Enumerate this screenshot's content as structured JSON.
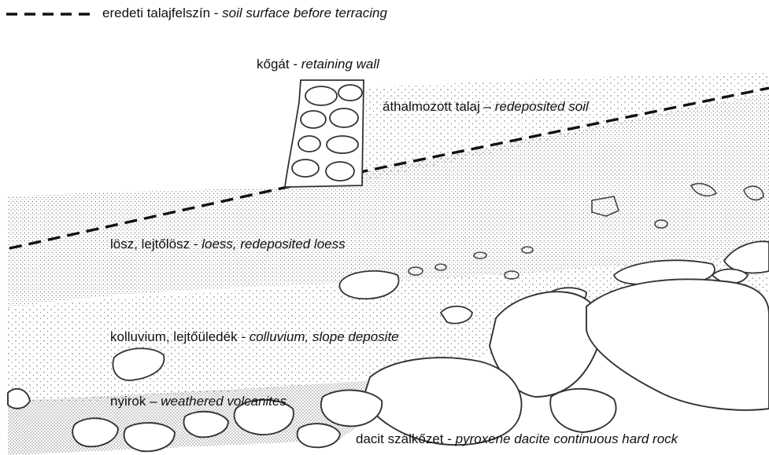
{
  "legend": {
    "line_style": "dashed",
    "term_hu": "eredeti talajfelszín",
    "sep": " - ",
    "term_en": "soil surface before terracing"
  },
  "labels": {
    "retaining_wall": {
      "hu": "kőgát",
      "sep": " -  ",
      "en": "retaining wall"
    },
    "redeposited_soil": {
      "hu": "áthalmozott talaj",
      "sep": " – ",
      "en": "redeposited soil"
    },
    "loess": {
      "hu": "lösz, lejtőlösz",
      "sep": "  - ",
      "en": "loess, redeposited loess"
    },
    "colluvium": {
      "hu": "kolluvium, lejtőüledék",
      "sep": " - ",
      "en": "colluvium, slope deposite"
    },
    "volcanites": {
      "hu": "nyirok",
      "sep": " – ",
      "en": "weathered volcanites"
    },
    "dacite": {
      "hu": "dacit szálkőzet",
      "sep": " - ",
      "en": "pyroxene dacite continuous hard rock"
    }
  },
  "colors": {
    "ink": "#111111",
    "stipple": "#555555",
    "rock_fill": "#ffffff"
  }
}
